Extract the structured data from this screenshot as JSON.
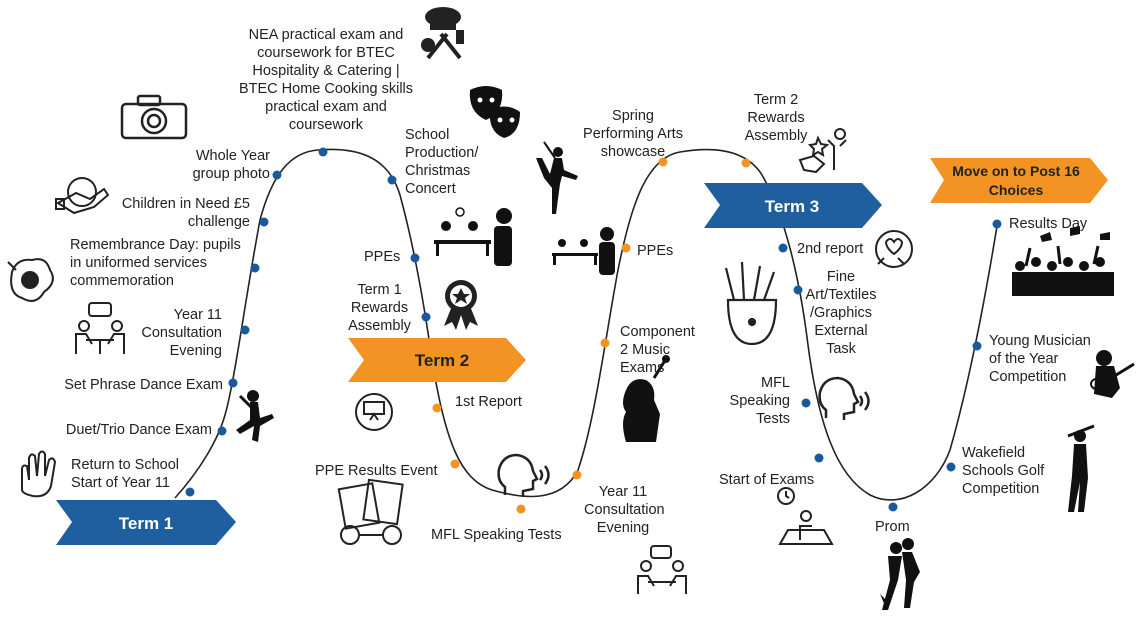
{
  "colors": {
    "blue": "#1f5fa0",
    "orange": "#f39323",
    "dot_blue": "#1a5a9c",
    "dot_orange": "#f39323",
    "path": "#222222"
  },
  "terms": {
    "term1": "Term 1",
    "term2": "Term 2",
    "term3": "Term 3",
    "post16": "Move on to Post 16 Choices"
  },
  "events": {
    "return_to_school": "Return to School Start of Year 11",
    "duet_trio": "Duet/Trio Dance Exam",
    "set_phrase": "Set Phrase Dance Exam",
    "consultation1": "Year 11 Consultation Evening",
    "remembrance": "Remembrance Day: pupils in uniformed services commemoration",
    "children_in_need": "Children in Need £5 challenge",
    "year_photo": "Whole Year group photo",
    "nea": "NEA practical exam and coursework for BTEC Hospitality & Catering | BTEC Home Cooking skills practical exam and coursework",
    "school_production": "School Production/ Christmas Concert",
    "ppes1": "PPEs",
    "rewards1": "Term 1 Rewards Assembly",
    "first_report": "1st Report",
    "ppe_results": "PPE Results Event",
    "mfl1": "MFL Speaking Tests",
    "consultation2": "Year 11 Consultation Evening",
    "music_exams": "Component 2 Music Exams",
    "ppes2": "PPEs",
    "spring_showcase": "Spring Performing Arts showcase",
    "rewards2": "Term 2 Rewards Assembly",
    "second_report": "2nd report",
    "art_exam": "Fine Art/Textiles /Graphics External Task",
    "mfl2": "MFL Speaking Tests",
    "start_exams": "Start of Exams",
    "prom": "Prom",
    "golf": "Wakefield Schools Golf Competition",
    "young_musician": "Young Musician of the Year Competition",
    "results_day": "Results Day"
  },
  "icons": [
    "camera-icon",
    "chef-utensils-icon",
    "theatre-masks-icon",
    "handshake-icon",
    "ballerina-icon",
    "reward-hand-icon",
    "poppy-icon",
    "exam-desk-icon",
    "consultation-icon",
    "trophy-medal-icon",
    "report-icon",
    "dancer-icon",
    "waving-hand-icon",
    "speaking-head-icon",
    "paint-brushes-icon",
    "singer-icon",
    "documents-icon",
    "graduation-crowd-icon",
    "musician-icon",
    "golfer-icon",
    "dancing-couple-icon",
    "exam-clock-icon"
  ]
}
